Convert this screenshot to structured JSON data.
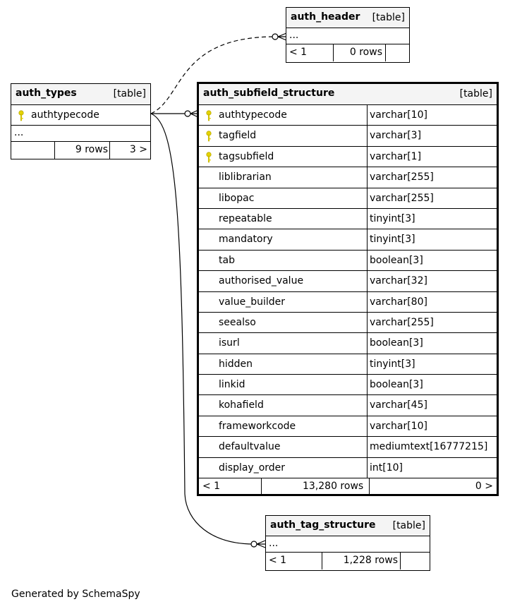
{
  "auth_header": {
    "name": "auth_header",
    "kind": "[table]",
    "ellipsis": "...",
    "footer": {
      "parents": "< 1",
      "rows": "0 rows",
      "children": ""
    }
  },
  "auth_types": {
    "name": "auth_types",
    "kind": "[table]",
    "columns": [
      {
        "name": "authtypecode",
        "key": true
      }
    ],
    "ellipsis": "...",
    "footer": {
      "parents": "",
      "rows": "9 rows",
      "children": "3 >"
    }
  },
  "auth_subfield_structure": {
    "name": "auth_subfield_structure",
    "kind": "[table]",
    "columns": [
      {
        "name": "authtypecode",
        "type": "varchar[10]",
        "key": true
      },
      {
        "name": "tagfield",
        "type": "varchar[3]",
        "key": true
      },
      {
        "name": "tagsubfield",
        "type": "varchar[1]",
        "key": true
      },
      {
        "name": "liblibrarian",
        "type": "varchar[255]",
        "key": false
      },
      {
        "name": "libopac",
        "type": "varchar[255]",
        "key": false
      },
      {
        "name": "repeatable",
        "type": "tinyint[3]",
        "key": false
      },
      {
        "name": "mandatory",
        "type": "tinyint[3]",
        "key": false
      },
      {
        "name": "tab",
        "type": "boolean[3]",
        "key": false
      },
      {
        "name": "authorised_value",
        "type": "varchar[32]",
        "key": false
      },
      {
        "name": "value_builder",
        "type": "varchar[80]",
        "key": false
      },
      {
        "name": "seealso",
        "type": "varchar[255]",
        "key": false
      },
      {
        "name": "isurl",
        "type": "boolean[3]",
        "key": false
      },
      {
        "name": "hidden",
        "type": "tinyint[3]",
        "key": false
      },
      {
        "name": "linkid",
        "type": "boolean[3]",
        "key": false
      },
      {
        "name": "kohafield",
        "type": "varchar[45]",
        "key": false
      },
      {
        "name": "frameworkcode",
        "type": "varchar[10]",
        "key": false
      },
      {
        "name": "defaultvalue",
        "type": "mediumtext[16777215]",
        "key": false
      },
      {
        "name": "display_order",
        "type": "int[10]",
        "key": false
      }
    ],
    "footer": {
      "parents": "< 1",
      "rows": "13,280 rows",
      "children": "0 >"
    }
  },
  "auth_tag_structure": {
    "name": "auth_tag_structure",
    "kind": "[table]",
    "ellipsis": "...",
    "footer": {
      "parents": "< 1",
      "rows": "1,228 rows",
      "children": ""
    }
  },
  "caption": "Generated by SchemaSpy",
  "colors": {
    "key": "#e6d400",
    "header_bg": "#f4f4f4",
    "line": "#000000"
  }
}
